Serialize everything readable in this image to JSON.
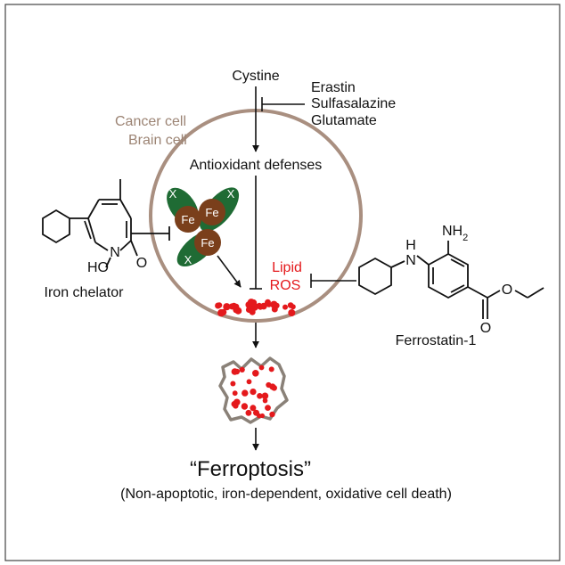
{
  "inputs": {
    "cystine": "Cystine",
    "inhibitors": [
      "Erastin",
      "Sulfasalazine",
      "Glutamate"
    ]
  },
  "cell_types": [
    "Cancer cell",
    "Brain cell"
  ],
  "antioxidant_label": "Antioxidant defenses",
  "iron_label": "Fe",
  "chelator_symbol": "X",
  "lipid_ros": [
    "Lipid",
    "ROS"
  ],
  "iron_chelator": {
    "name": "Iron chelator",
    "atoms": {
      "hydroxyl": "HO",
      "nitrogen": "N",
      "oxygen": "O"
    }
  },
  "ferrostatin": {
    "name": "Ferrostatin-1",
    "atoms": {
      "amine_h": "H",
      "amine_n": "N",
      "nh2": "NH",
      "nh2_sub": "2",
      "ester_o": "O",
      "carbonyl_o": "O"
    }
  },
  "outcome": {
    "title": "“Ferroptosis”",
    "subtitle": "(Non-apoptotic, iron-dependent, oxidative cell death)"
  },
  "colors": {
    "cell_membrane": "#a98f80",
    "cell_label": "#9c8474",
    "chelator_green": "#1f6b34",
    "iron_brown": "#7a3f1b",
    "ros_red": "#e4191c",
    "ink": "#111111"
  }
}
